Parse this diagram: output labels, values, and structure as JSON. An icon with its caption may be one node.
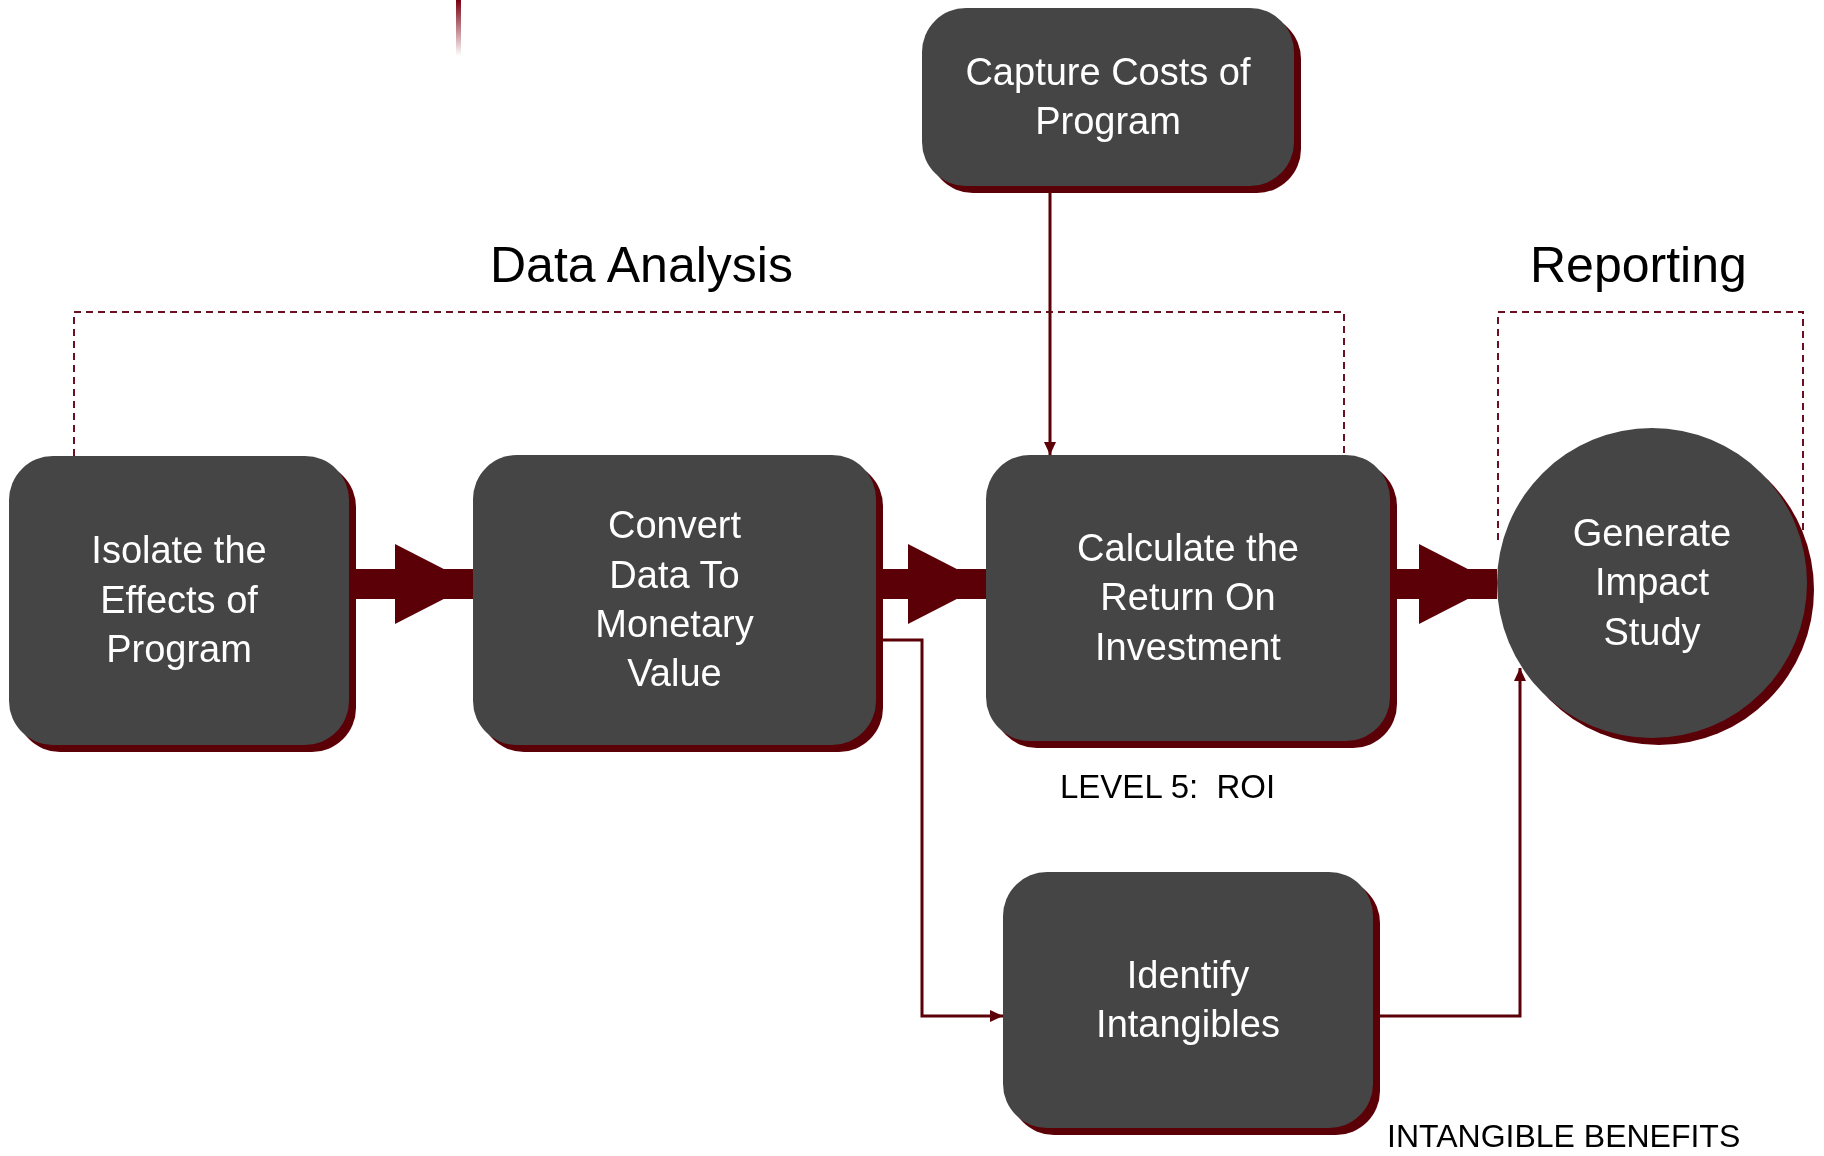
{
  "diagram": {
    "nodes": [
      {
        "text": [
          "Capture Costs of Program"
        ]
      },
      {
        "text": [
          "Isolate the Effects of Program"
        ]
      },
      {
        "text": [
          "Convert Data To Monetary Value"
        ]
      },
      {
        "text": [
          "Calculate the Return On Investment"
        ],
        "beside": [
          "LEVEL 5:  ROI"
        ]
      },
      {
        "text": [
          "Generate Impact Study"
        ]
      },
      {
        "text": [
          "Identify Intangibles"
        ]
      }
    ],
    "edges": [
      {
        "from": 1,
        "to": 2,
        "arrow": "to",
        "style": "thick"
      },
      {
        "from": 2,
        "to": 3,
        "arrow": "to",
        "style": "thick"
      },
      {
        "from": 3,
        "to": 4,
        "arrow": "to",
        "style": "thick"
      },
      {
        "from": 0,
        "to": 3,
        "arrow": "to"
      },
      {
        "from": 2,
        "to": 5,
        "arrow": "to"
      },
      {
        "from": 5,
        "to": 4,
        "arrow": "to"
      }
    ],
    "labels": [
      "Data Analysis",
      "Reporting",
      "INTANGIBLE BENEFITS"
    ]
  }
}
